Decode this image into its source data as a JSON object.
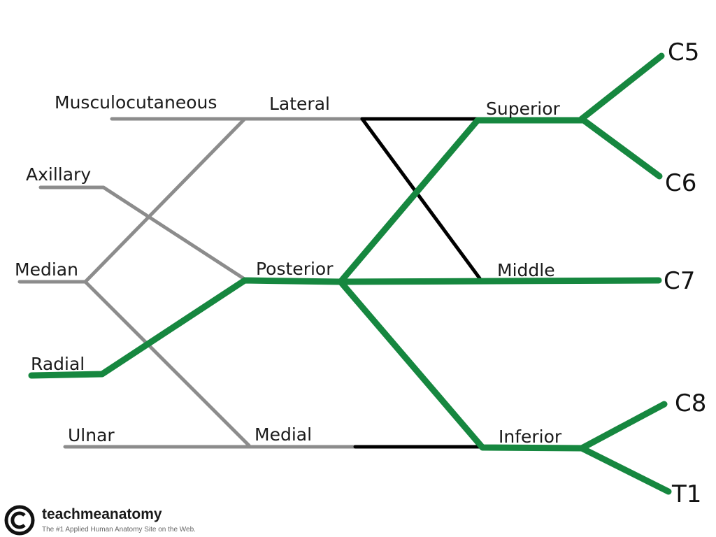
{
  "colors": {
    "plexus_path": "#16873f",
    "nerve_gray": "#8c8c8c",
    "connector": "#000000",
    "text": "#1a1a1a"
  },
  "roots": {
    "c5": "C5",
    "c6": "C6",
    "c7": "C7",
    "c8": "C8",
    "t1": "T1"
  },
  "trunks": {
    "superior": "Superior",
    "middle": "Middle",
    "inferior": "Inferior"
  },
  "cords": {
    "lateral": "Lateral",
    "posterior": "Posterior",
    "medial": "Medial"
  },
  "branches": {
    "musculocutaneous": "Musculocutaneous",
    "axillary": "Axillary",
    "median": "Median",
    "radial": "Radial",
    "ulnar": "Ulnar"
  },
  "branding": {
    "logo_icon": "copyright-icon",
    "name": "teachmeanatomy",
    "tagline": "The #1 Applied Human Anatomy Site on the Web."
  }
}
